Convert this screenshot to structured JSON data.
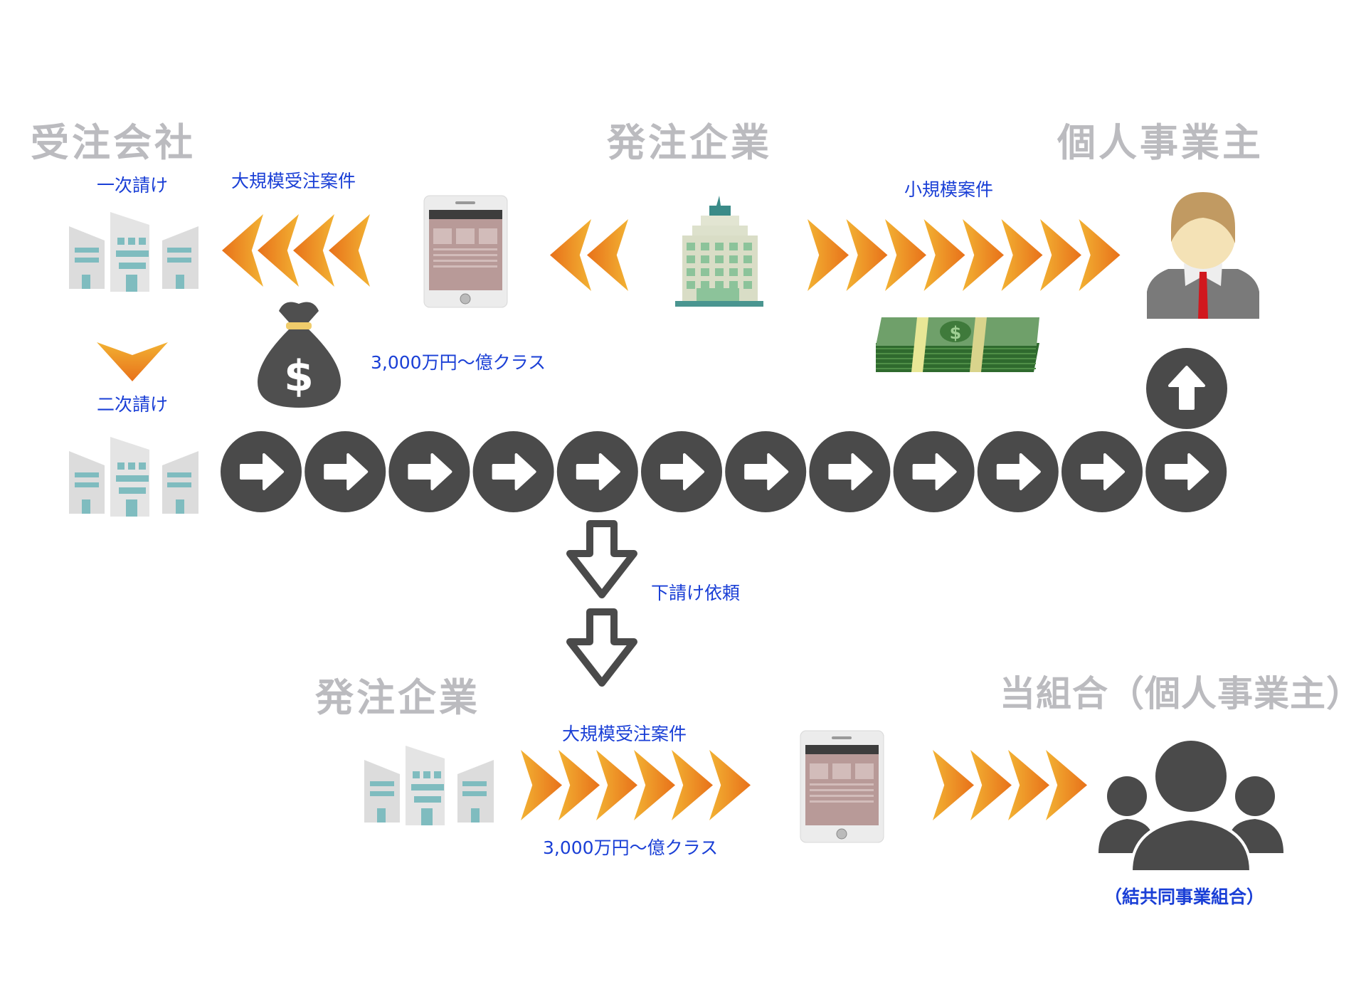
{
  "titles": {
    "contractor": "受注会社",
    "client_top": "発注企業",
    "sole_proprietor": "個人事業主",
    "client_bottom": "発注企業",
    "union": "当組合（個人事業主）"
  },
  "labels": {
    "primary_sub": "一次請け",
    "secondary_sub": "二次請け",
    "large_project_top": "大規模受注案件",
    "small_project": "小規模案件",
    "price_top": "3,000万円〜億クラス",
    "subcontract_request": "下請け依頼",
    "large_project_bottom": "大規模受注案件",
    "price_bottom": "3,000万円〜億クラス",
    "union_name": "（結共同事業組合）"
  },
  "icons": [
    "office-buildings-icon",
    "tablet-icon",
    "tower-building-icon",
    "businessman-icon",
    "money-bag-icon",
    "cash-stack-icon",
    "arrow-circle-icon",
    "down-arrow-icon",
    "group-icon",
    "chevron-icon"
  ],
  "colors": {
    "title_gray": "#bbbbbf",
    "label_blue": "#1a3fd6",
    "chevron_start": "#e8711a",
    "chevron_end": "#f2b233",
    "circle_dark": "#4a4a4a"
  }
}
